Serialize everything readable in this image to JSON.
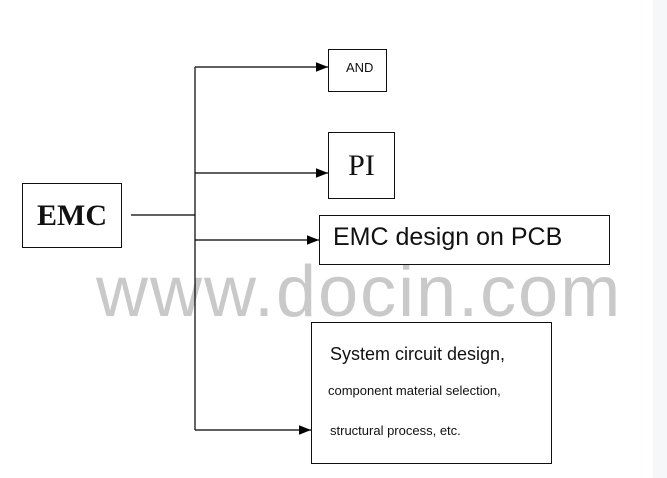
{
  "watermark": "www.docin.com",
  "root": {
    "label": "EMC"
  },
  "children": [
    {
      "label": "AND"
    },
    {
      "label": "PI"
    },
    {
      "label": "EMC design on PCB"
    },
    {
      "lines": [
        "System circuit design,",
        "component material selection,",
        "structural process, etc."
      ]
    }
  ]
}
